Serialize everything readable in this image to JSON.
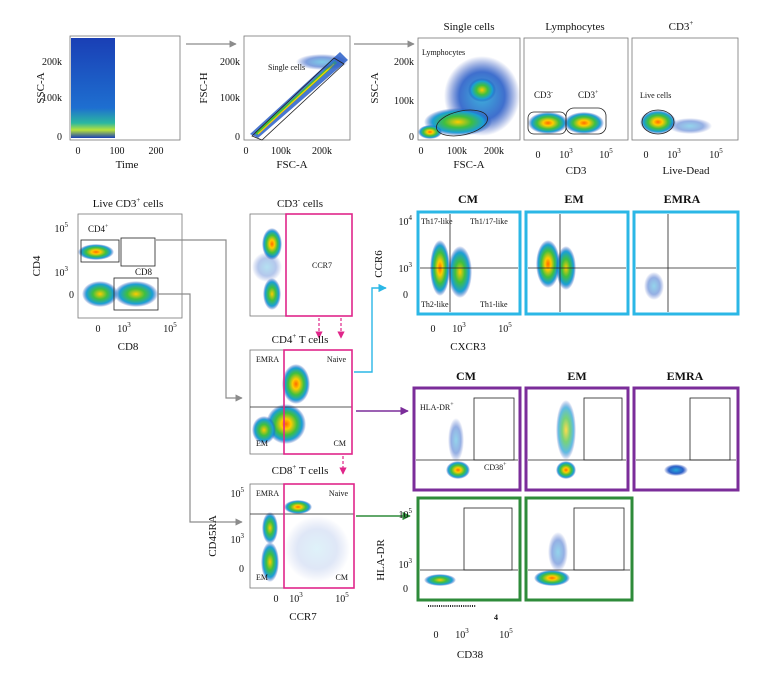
{
  "colors": {
    "arrow_gray": "#8c8c8c",
    "magenta": "#e0268a",
    "cyan": "#2bb7e6",
    "purple": "#7b2d9a",
    "green": "#2e8b3a",
    "dense": "#ffcc00",
    "sparse": "#1a3fb5"
  },
  "row1": {
    "time_panel": {
      "ylabel": "SSC-A",
      "xlabel": "Time",
      "yticks": [
        "200k",
        "100k",
        "0"
      ],
      "xticks": [
        "0",
        "100",
        "200"
      ]
    },
    "singlets_panel": {
      "ylabel": "FSC-H",
      "xlabel": "FSC-A",
      "yticks": [
        "200k",
        "100k",
        "0"
      ],
      "xticks": [
        "0",
        "100k",
        "200k"
      ],
      "gate_label": "Single cells"
    },
    "lymph_panel": {
      "title": "Single cells",
      "ylabel": "SSC-A",
      "xlabel": "FSC-A",
      "yticks": [
        "200k",
        "100k",
        "0"
      ],
      "xticks": [
        "0",
        "100k",
        "200k"
      ],
      "gate_label": "Lymphocytes"
    },
    "cd3_panel": {
      "title": "Lymphocytes",
      "xlabel": "CD3",
      "xticks": [
        "0",
        "10",
        "3",
        "10",
        "5"
      ],
      "gate_neg": "CD3",
      "gate_neg_sup": "-",
      "gate_pos": "CD3",
      "gate_pos_sup": "+"
    },
    "live_panel": {
      "title": "CD3",
      "title_sup": "+",
      "xlabel": "Live-Dead",
      "xticks": [
        "0",
        "10",
        "3",
        "10",
        "5"
      ],
      "gate_label": "Live cells"
    }
  },
  "live_cd3": {
    "title": "Live CD3",
    "title_sup": "+",
    "title_tail": " cells",
    "ylabel": "CD4",
    "xlabel": "CD8",
    "yticks": [
      "10",
      "5",
      "10",
      "3",
      "0"
    ],
    "xticks": [
      "0",
      "10",
      "3",
      "10",
      "5"
    ],
    "gate_cd4": "CD4",
    "gate_cd4_sup": "+",
    "gate_cd8": "CD8"
  },
  "cd3neg_panel": {
    "title": "CD3",
    "title_sup": "-",
    "title_tail": " cells",
    "gate_label": "CCR7"
  },
  "cd4_panel": {
    "title": "CD4",
    "title_sup": "+",
    "title_tail": " T cells",
    "q_tl": "EMRA",
    "q_tr": "Naive",
    "q_bl": "EM",
    "q_br": "CM"
  },
  "cd8_panel": {
    "title": "CD8",
    "title_sup": "+",
    "title_tail": " T cells",
    "ylabel": "CD45RA",
    "xlabel": "CCR7",
    "yticks": [
      "10",
      "5",
      "10",
      "3",
      "0"
    ],
    "xticks": [
      "0",
      "10",
      "3",
      "10",
      "5"
    ],
    "q_tl": "EMRA",
    "q_tr": "Naive",
    "q_bl": "EM",
    "q_br": "CM"
  },
  "cyan_row": {
    "titles": [
      "CM",
      "EM",
      "EMRA"
    ],
    "ylabel": "CCR6",
    "xlabel": "CXCR3",
    "yticks": [
      "10",
      "4",
      "10",
      "3",
      "0"
    ],
    "xticks": [
      "0",
      "10",
      "3",
      "10",
      "5"
    ],
    "q_tl": "Th17-like",
    "q_tr": "Th1/17-like",
    "q_bl": "Th2-like",
    "q_br": "Th1-like"
  },
  "purple_row": {
    "titles": [
      "CM",
      "EM",
      "EMRA"
    ],
    "gate_hla": "HLA-DR",
    "gate_hla_sup": "+",
    "gate_cd38": "CD38",
    "gate_cd38_sup": "+"
  },
  "green_row": {
    "ylabel": "HLA-DR",
    "xlabel": "CD38",
    "yticks": [
      "10",
      "5",
      "10",
      "3",
      "0"
    ],
    "xticks": [
      "0",
      "10",
      "3",
      "10",
      "5"
    ],
    "stray_tick": "4"
  }
}
